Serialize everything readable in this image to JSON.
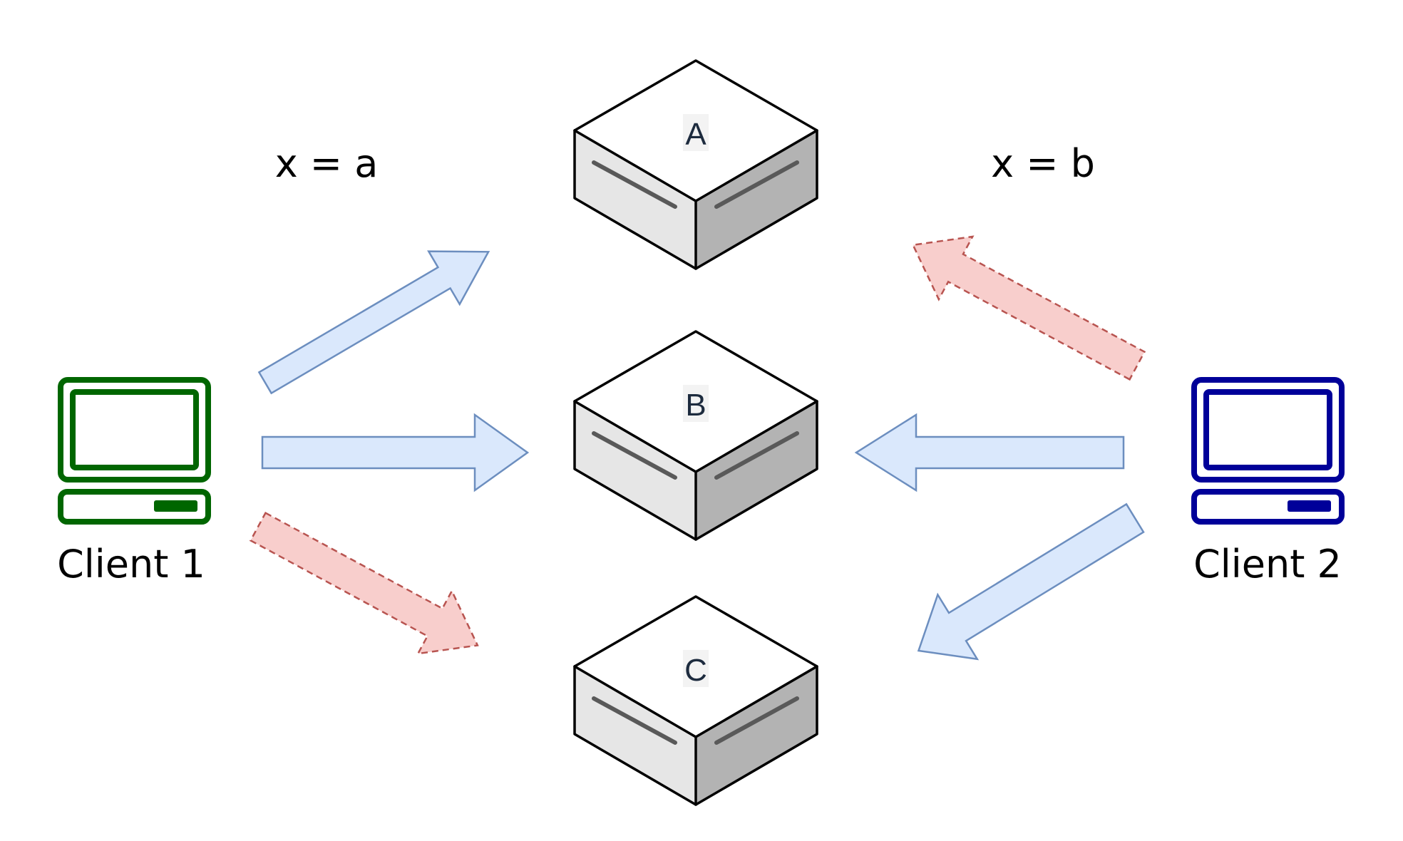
{
  "colors": {
    "background": "#ffffff",
    "client_1": "#006600",
    "client_2": "#000099",
    "arrow_solid_fill": "#dae8fc",
    "arrow_solid_stroke": "#6c8ebf",
    "arrow_dashed_fill": "#f8cecc",
    "arrow_dashed_stroke": "#b85450",
    "server_top": "#ffffff",
    "server_left": "#e6e6e6",
    "server_right": "#b3b3b3",
    "server_outline": "#000000",
    "server_slot": "#595959"
  },
  "clients": [
    {
      "id": "client-1",
      "label": "Client 1",
      "icon": "computer-icon"
    },
    {
      "id": "client-2",
      "label": "Client 2",
      "icon": "computer-icon"
    }
  ],
  "servers": [
    {
      "id": "server-a",
      "label": "A",
      "icon": "server-icon"
    },
    {
      "id": "server-b",
      "label": "B",
      "icon": "server-icon"
    },
    {
      "id": "server-c",
      "label": "C",
      "icon": "server-icon"
    }
  ],
  "assignments": [
    {
      "id": "assignment-client-1",
      "text": "x = a"
    },
    {
      "id": "assignment-client-2",
      "text": "x = b"
    }
  ],
  "edges": [
    {
      "from": "Client 1",
      "to": "A",
      "style": "solid"
    },
    {
      "from": "Client 1",
      "to": "B",
      "style": "solid"
    },
    {
      "from": "Client 1",
      "to": "C",
      "style": "dashed"
    },
    {
      "from": "Client 2",
      "to": "A",
      "style": "dashed"
    },
    {
      "from": "Client 2",
      "to": "B",
      "style": "solid"
    },
    {
      "from": "Client 2",
      "to": "C",
      "style": "solid"
    }
  ]
}
